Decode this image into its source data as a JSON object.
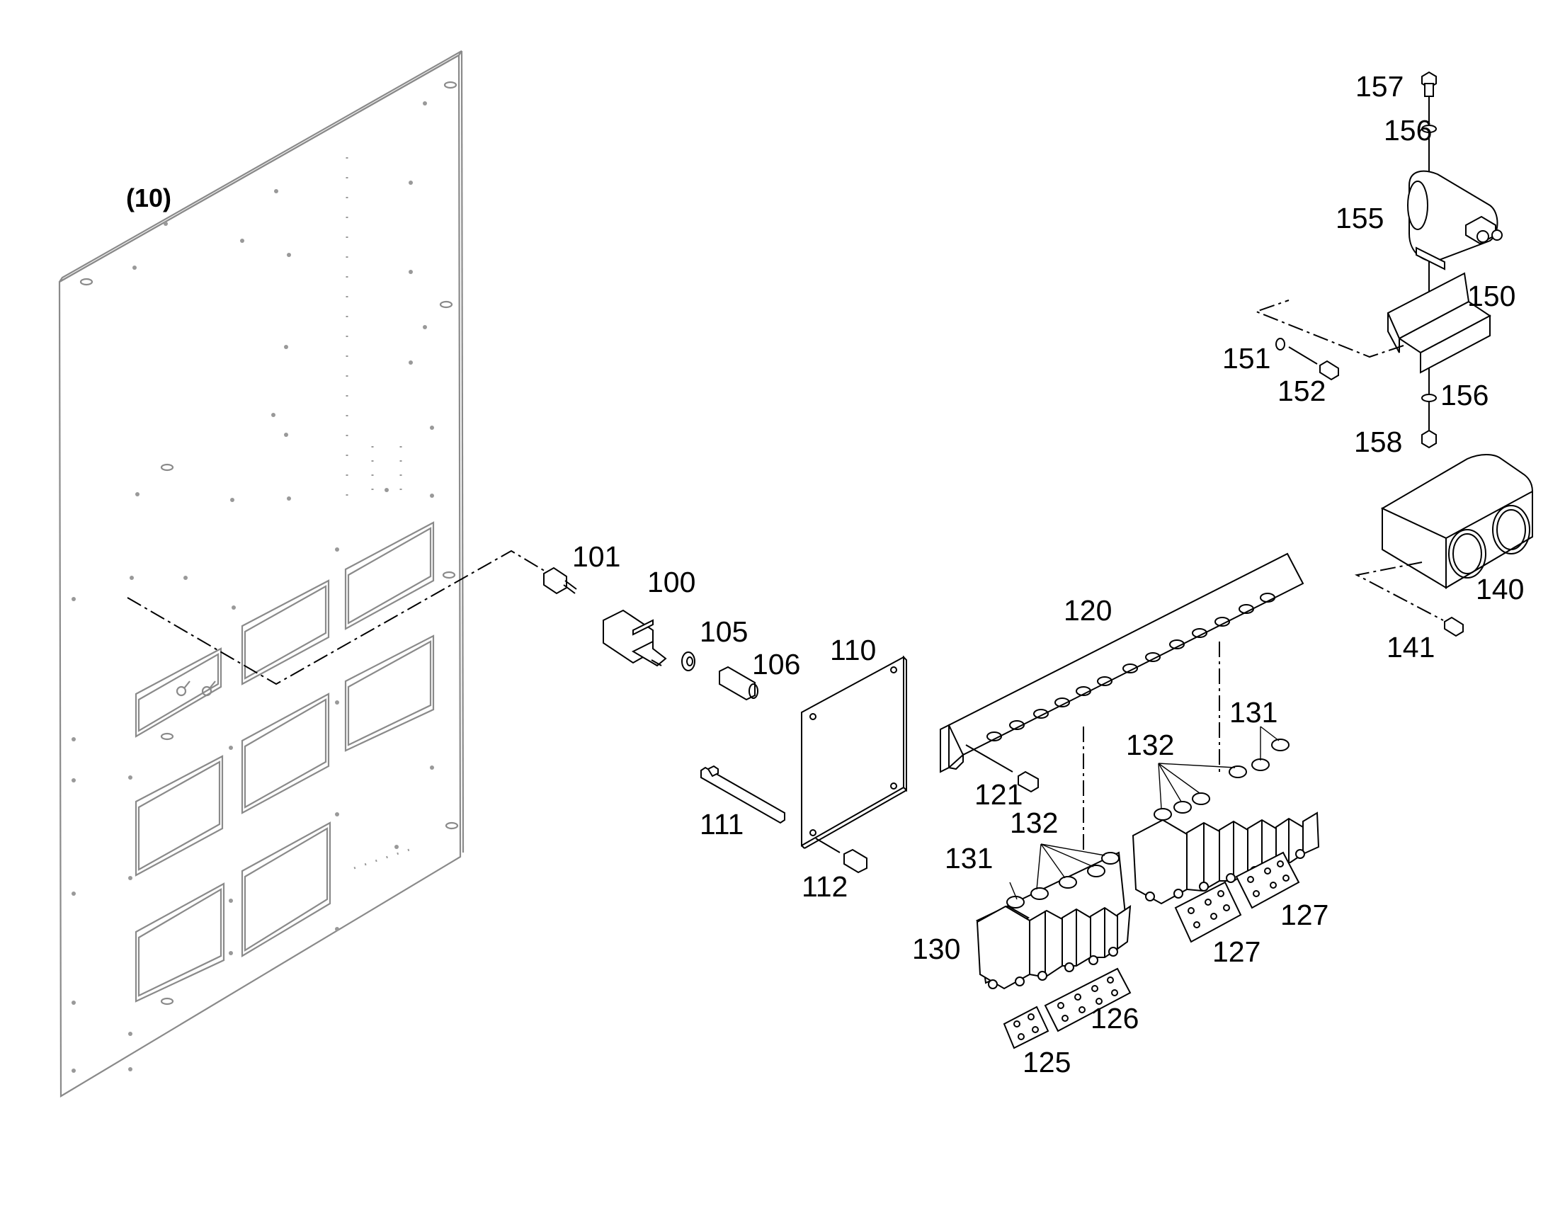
{
  "diagram": {
    "assembly_label": "(10)",
    "part_labels": [
      {
        "id": "lbl-100",
        "text": "100"
      },
      {
        "id": "lbl-101",
        "text": "101"
      },
      {
        "id": "lbl-105",
        "text": "105"
      },
      {
        "id": "lbl-106",
        "text": "106"
      },
      {
        "id": "lbl-110",
        "text": "110"
      },
      {
        "id": "lbl-111",
        "text": "111"
      },
      {
        "id": "lbl-112",
        "text": "112"
      },
      {
        "id": "lbl-120",
        "text": "120"
      },
      {
        "id": "lbl-121",
        "text": "121"
      },
      {
        "id": "lbl-125",
        "text": "125"
      },
      {
        "id": "lbl-126",
        "text": "126"
      },
      {
        "id": "lbl-127a",
        "text": "127"
      },
      {
        "id": "lbl-127b",
        "text": "127"
      },
      {
        "id": "lbl-130",
        "text": "130"
      },
      {
        "id": "lbl-131a",
        "text": "131"
      },
      {
        "id": "lbl-131b",
        "text": "131"
      },
      {
        "id": "lbl-132a",
        "text": "132"
      },
      {
        "id": "lbl-132b",
        "text": "132"
      },
      {
        "id": "lbl-140",
        "text": "140"
      },
      {
        "id": "lbl-141",
        "text": "141"
      },
      {
        "id": "lbl-150",
        "text": "150"
      },
      {
        "id": "lbl-151",
        "text": "151"
      },
      {
        "id": "lbl-152",
        "text": "152"
      },
      {
        "id": "lbl-155",
        "text": "155"
      },
      {
        "id": "lbl-156a",
        "text": "156"
      },
      {
        "id": "lbl-156b",
        "text": "156"
      },
      {
        "id": "lbl-157",
        "text": "157"
      },
      {
        "id": "lbl-158",
        "text": "158"
      }
    ]
  }
}
